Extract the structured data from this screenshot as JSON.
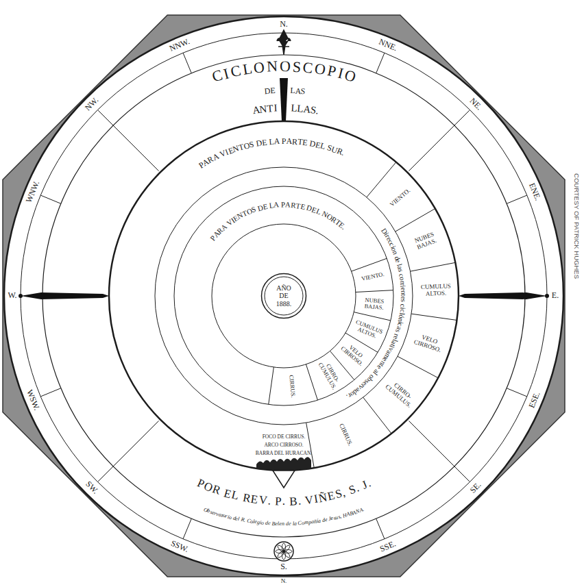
{
  "diagram": {
    "title": "CICLONOSCOPIO",
    "nodes": [
      {
        "text": [
          "AÑO DE 1888."
        ]
      }
    ],
    "labels": [
      "N.",
      "NNE.",
      "NE.",
      "ENE.",
      "E.",
      "ESE.",
      "SE.",
      "SSE.",
      "S.",
      "SSW.",
      "SW.",
      "WSW.",
      "W.",
      "WNW.",
      "NW.",
      "NNW.",
      "DE LAS",
      "ANTILLAS.",
      "PARA VIENTOS DE LA PARTE DEL SUR.",
      "PARA VIENTOS DE LA PARTE DEL NORTE.",
      "Direccion de las corrientes ciclónicas relativamente al observador.",
      "VIENTO.",
      "NUBES BAJAS.",
      "CUMULUS ALTOS.",
      "VELO CIRROSO.",
      "CIRRO-CUMULUS.",
      "CIRRUS.",
      "VIENTO.",
      "NUBES BAJAS.",
      "CUMULUS ALTOS.",
      "VELO CIRROSO.",
      "CIRRO-CUMULUS.",
      "CIRRUS.",
      "FOCO DE CIRRUS.",
      "ARCO CIRROSO.",
      "BARRA DEL HURACAN.",
      "POR EL REV. P. B. VIÑES, S. J.",
      "Observatorio del R. Colegio de Belen de la Compañía de Jesus, HABANA.",
      "COURTESY OF PATRICK HUGHES",
      "N."
    ]
  }
}
